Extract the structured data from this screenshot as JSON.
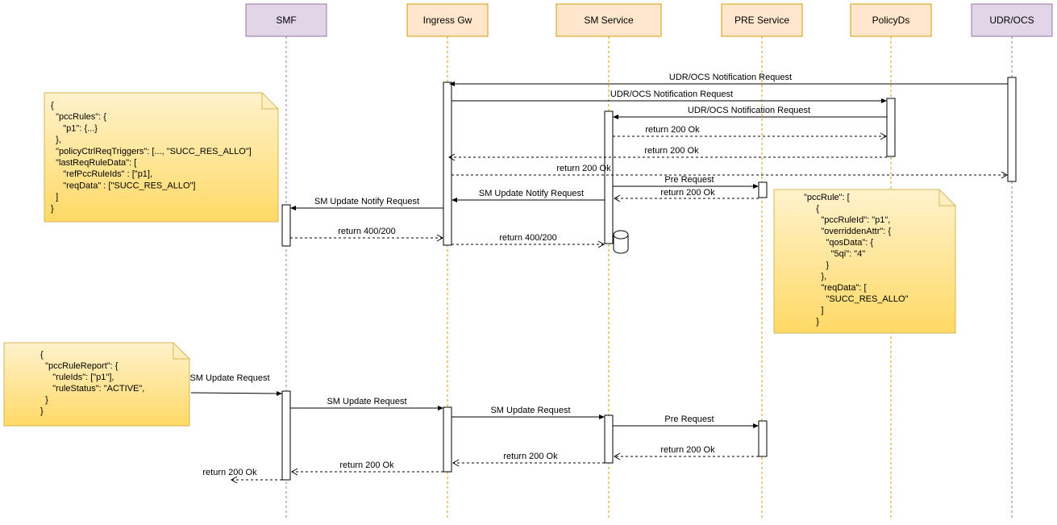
{
  "colors": {
    "purple_fill": "#e1d5e7",
    "purple_stroke": "#9673a6",
    "orange_fill": "#ffe6cc",
    "orange_stroke": "#d79b00",
    "note_top": "#fff2cc",
    "note_bottom": "#ffd966",
    "note_stroke": "#d6b656",
    "line": "#000000"
  },
  "participants": [
    {
      "id": "smf",
      "label": "SMF",
      "style": "purple"
    },
    {
      "id": "igw",
      "label": "Ingress Gw",
      "style": "orange"
    },
    {
      "id": "sms",
      "label": "SM Service",
      "style": "orange"
    },
    {
      "id": "pre",
      "label": "PRE Service",
      "style": "orange"
    },
    {
      "id": "pds",
      "label": "PolicyDs",
      "style": "orange"
    },
    {
      "id": "udr",
      "label": "UDR/OCS",
      "style": "purple"
    }
  ],
  "messages": [
    {
      "label": "UDR/OCS Notification Request",
      "type": "sync"
    },
    {
      "label": "UDR/OCS Notification Request",
      "type": "sync"
    },
    {
      "label": "UDR/OCS Notification Request",
      "type": "sync"
    },
    {
      "label": "return 200 Ok",
      "type": "return"
    },
    {
      "label": "return 200 Ok",
      "type": "return"
    },
    {
      "label": "return 200 Ok",
      "type": "return"
    },
    {
      "label": "Pre Request",
      "type": "sync"
    },
    {
      "label": "return 200 Ok",
      "type": "return"
    },
    {
      "label": "SM Update Notify Request",
      "type": "sync"
    },
    {
      "label": "SM Update Notify Request",
      "type": "sync"
    },
    {
      "label": "return 400/200",
      "type": "return"
    },
    {
      "label": "return 400/200",
      "type": "return"
    },
    {
      "label": "SM Update Request",
      "type": "sync"
    },
    {
      "label": "SM Update Request",
      "type": "sync"
    },
    {
      "label": "SM Update Request",
      "type": "sync"
    },
    {
      "label": "Pre Request",
      "type": "sync"
    },
    {
      "label": "return 200 Ok",
      "type": "return"
    },
    {
      "label": "return 200 Ok",
      "type": "return"
    },
    {
      "label": "return 200 Ok",
      "type": "return"
    },
    {
      "label": "return 200 Ok",
      "type": "return"
    }
  ],
  "notes": [
    {
      "name": "note-pcc-rules",
      "lines": [
        "{",
        "  \"pccRules\": {",
        "     \"p1\": {...}",
        "  },",
        "  \"policyCtrlReqTriggers\": [..., \"SUCC_RES_ALLO\"]",
        "  \"lastReqRuleData\": [",
        "     \"refPccRuleIds\" : [\"p1],",
        "     \"reqData\" : [\"SUCC_RES_ALLO\"]",
        "  ]",
        "}"
      ]
    },
    {
      "name": "note-pcc-rule",
      "lines": [
        "\"pccRule\": [",
        "     {",
        "       \"pccRuleId\": \"p1\",",
        "       \"overriddenAttr\": {",
        "         \"qosData\": {",
        "           \"5qi\": \"4\"",
        "         }",
        "       },",
        "       \"reqData\": [",
        "         \"SUCC_RES_ALLO\"",
        "       ]",
        "     }"
      ]
    },
    {
      "name": "note-pcc-rule-report",
      "lines": [
        "{",
        "  \"pccRuleReport\": {",
        "     \"ruleIds\": [\"p1\"],",
        "     \"ruleStatus\": \"ACTIVE\",",
        "  }",
        "}"
      ]
    }
  ]
}
